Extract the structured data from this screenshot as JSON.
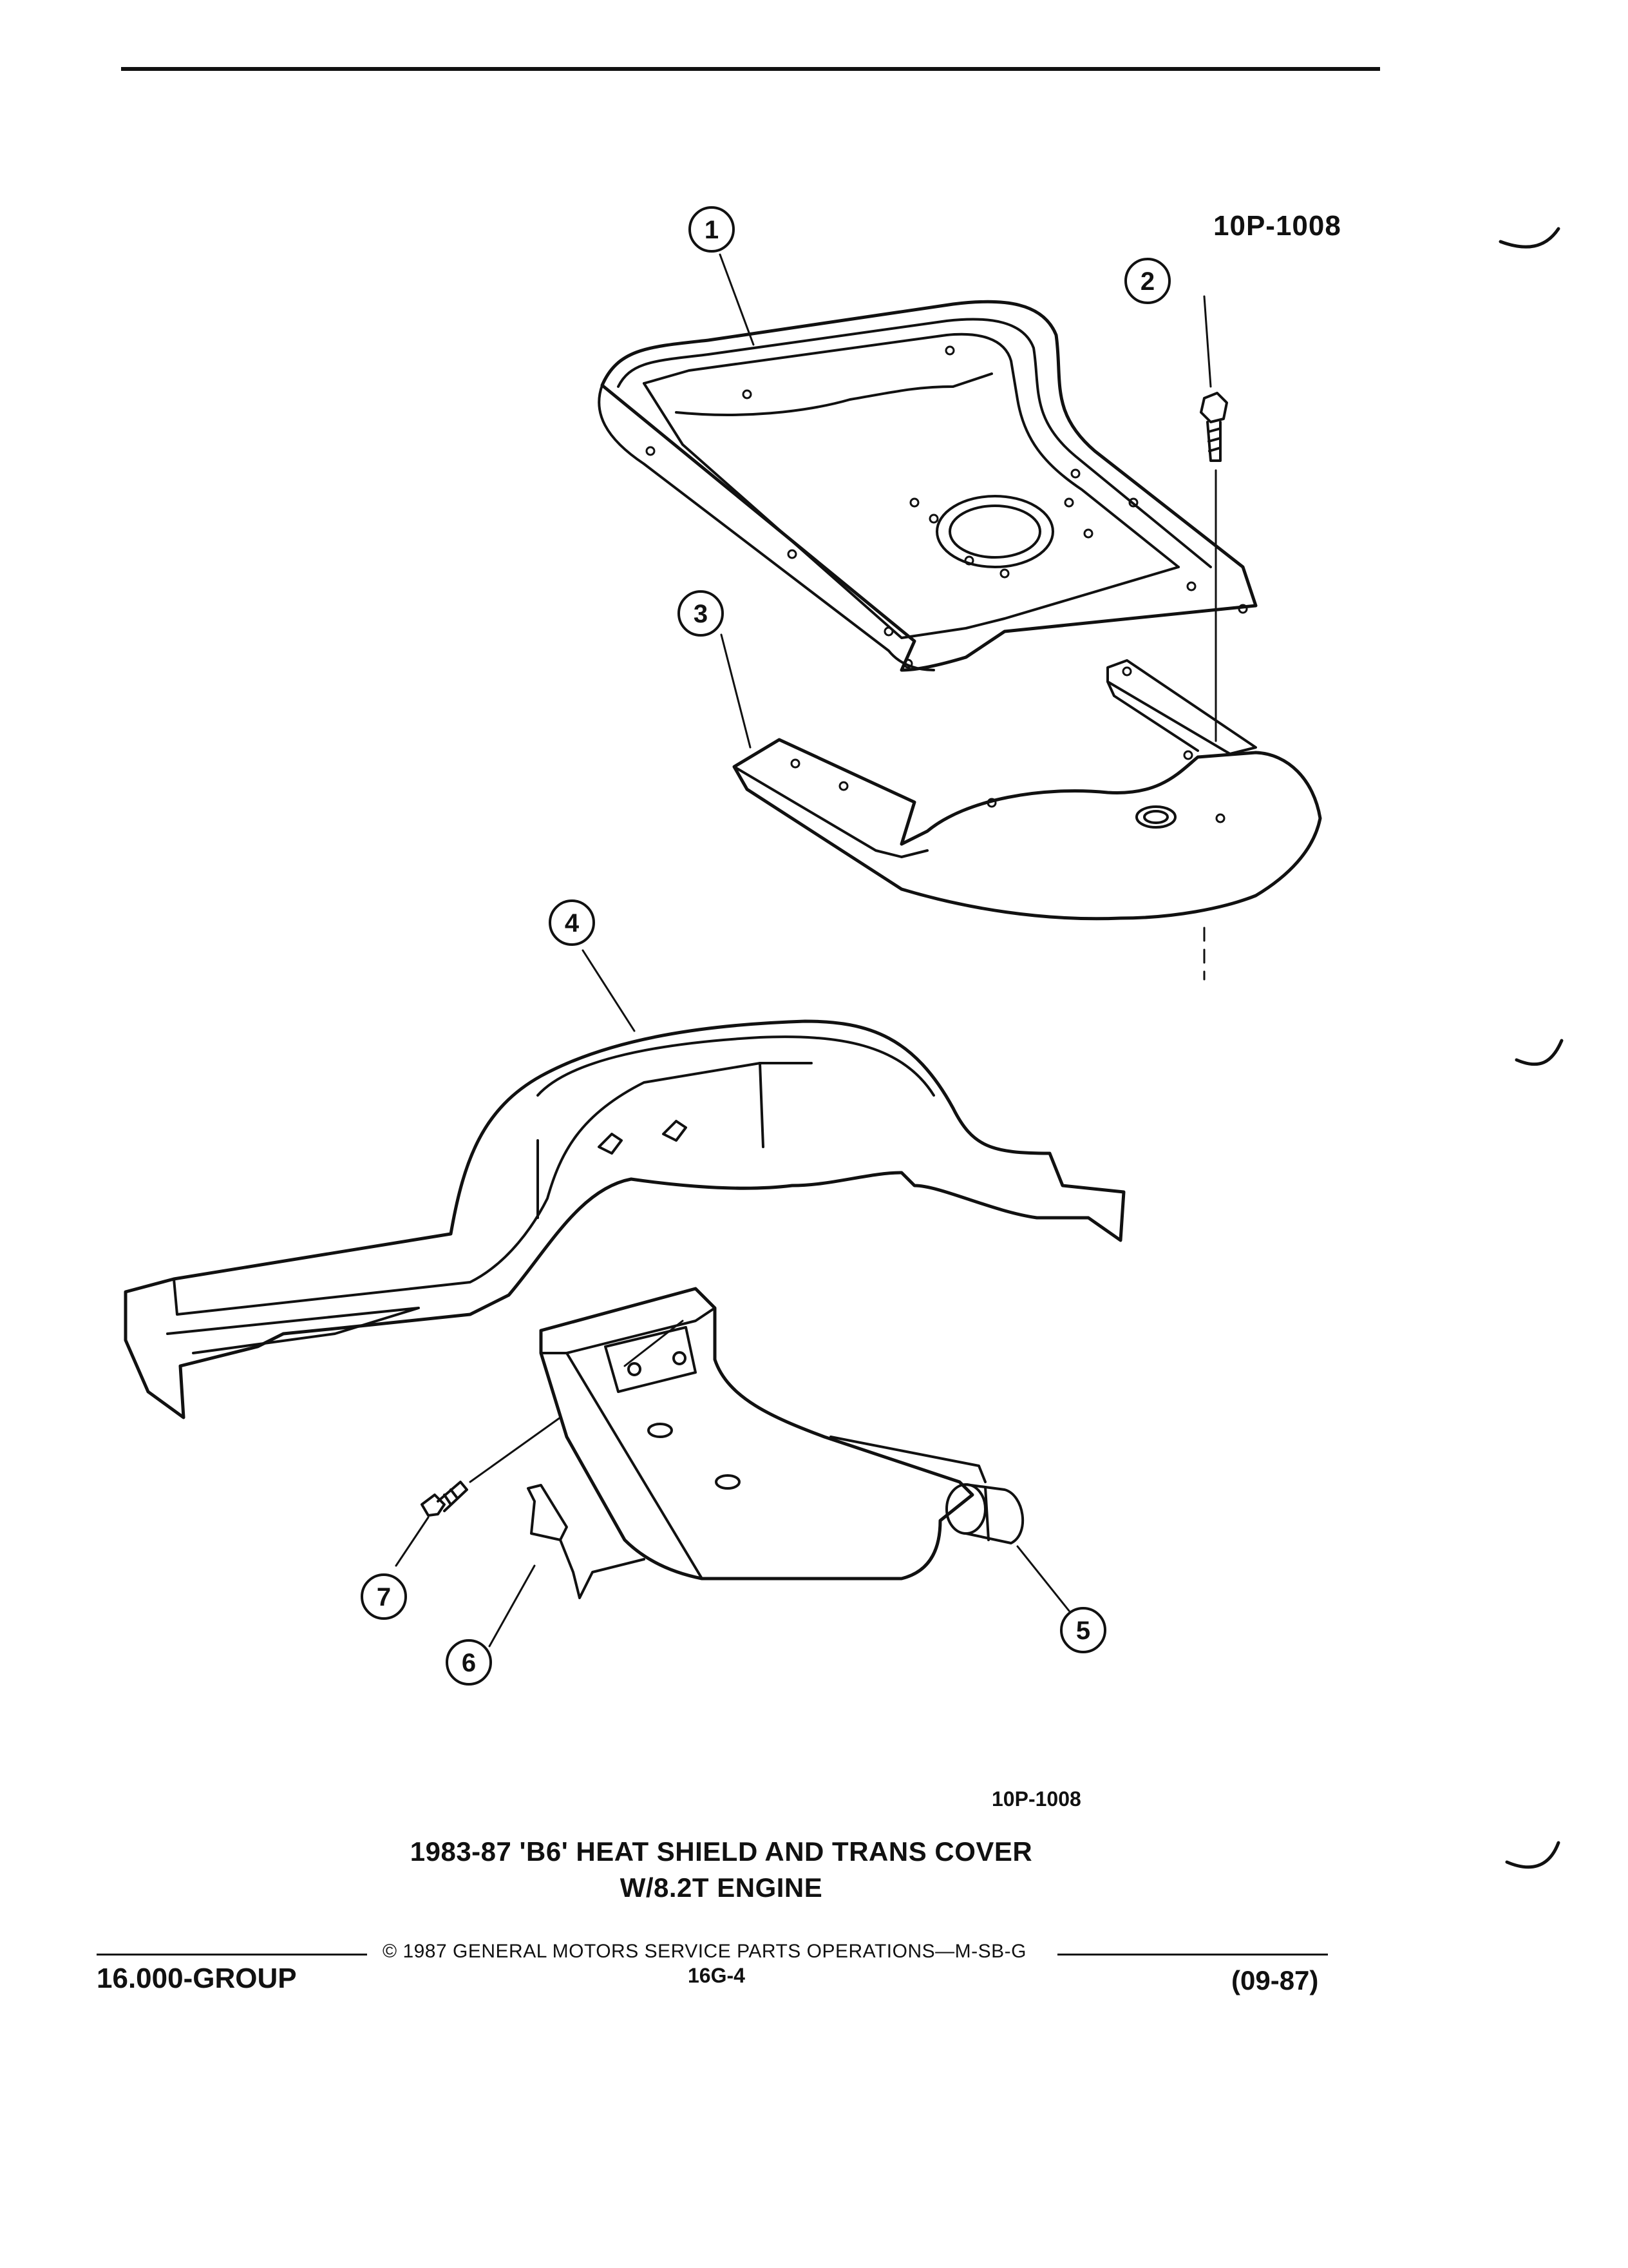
{
  "header": {
    "figure_ref": "10P-1008"
  },
  "callouts": [
    "1",
    "2",
    "3",
    "4",
    "5",
    "6",
    "7"
  ],
  "figure": {
    "ref": "10P-1008",
    "title_line1": "1983-87 'B6' HEAT SHIELD AND TRANS COVER",
    "title_line2": "W/8.2T ENGINE"
  },
  "footer": {
    "copyright": "© 1987 GENERAL MOTORS SERVICE PARTS OPERATIONS—M-SB-G",
    "group": "16.000-GROUP",
    "page": "16G-4",
    "date": "(09-87)"
  }
}
